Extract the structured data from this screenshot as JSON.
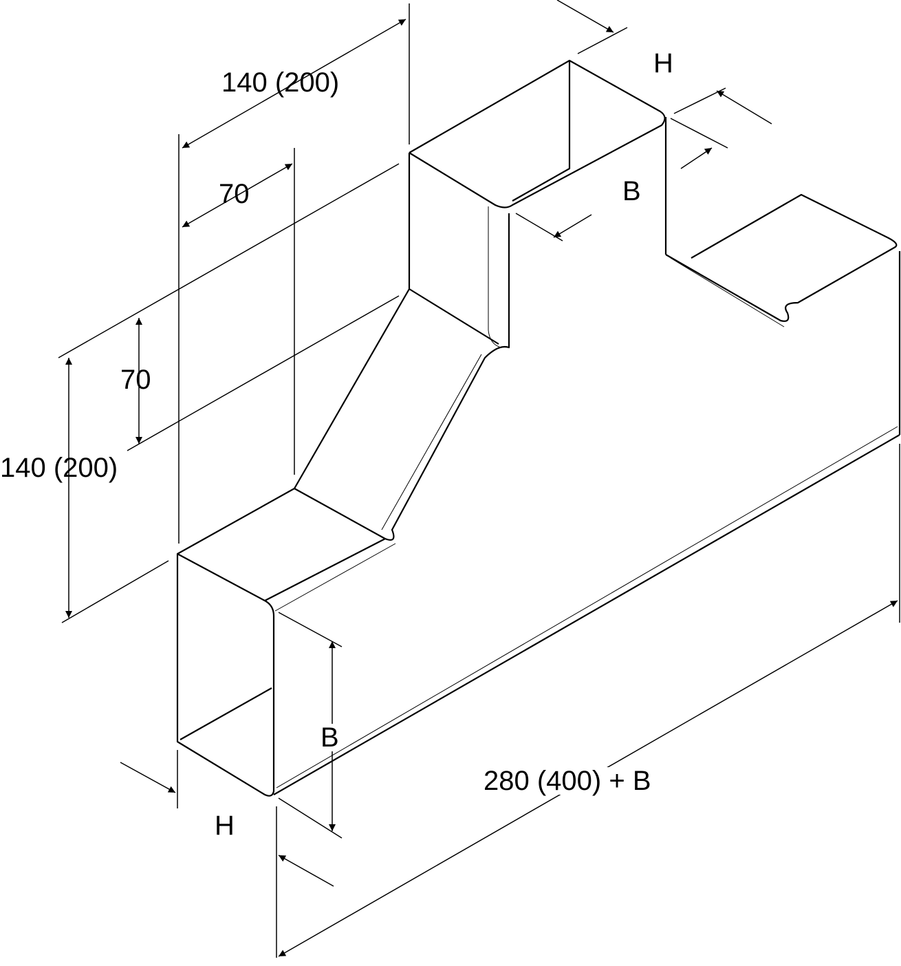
{
  "drawing": {
    "labels": {
      "top_width": "140 (200)",
      "top_offset": "70",
      "top_h": "H",
      "top_b": "B",
      "left_offset": "70",
      "left_height": "140 (200)",
      "bottom_b": "B",
      "bottom_h": "H",
      "length": "280 (400) + B"
    },
    "line_color": "#000000",
    "background": "#ffffff"
  }
}
